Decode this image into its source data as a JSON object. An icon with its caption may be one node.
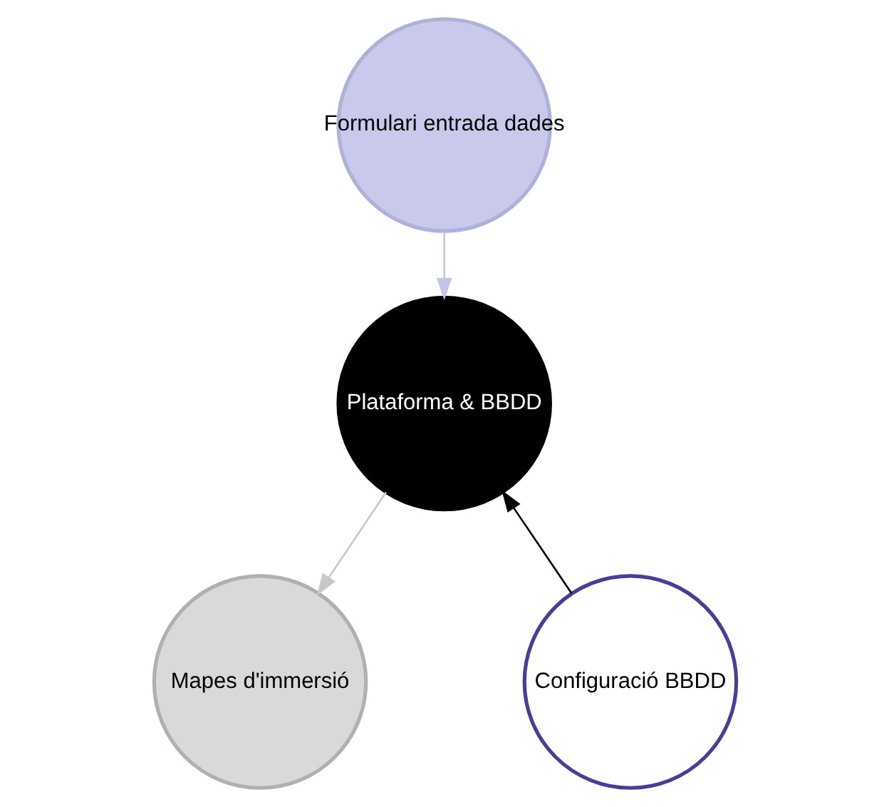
{
  "diagram": {
    "nodes": [
      {
        "text": [
          "Formulari entrada dades"
        ]
      },
      {
        "text": [
          "Plataforma & BBDD"
        ]
      },
      {
        "text": [
          "Mapes d'immersió"
        ]
      },
      {
        "text": [
          "Configuració BBDD"
        ]
      }
    ],
    "edges": [
      {
        "from": 0,
        "to": 1,
        "arrow": "to",
        "color": "#c4c4e6"
      },
      {
        "from": 1,
        "to": 2,
        "arrow": "to",
        "color": "#c8c8c8"
      },
      {
        "from": 3,
        "to": 1,
        "arrow": "to",
        "color": "#000000"
      }
    ]
  }
}
